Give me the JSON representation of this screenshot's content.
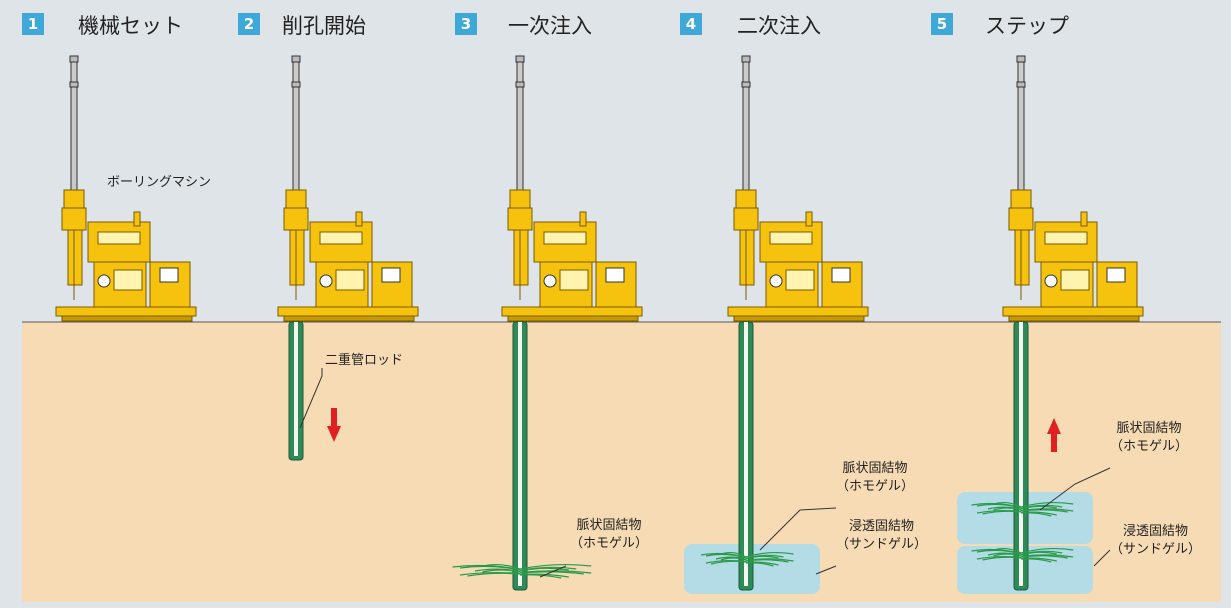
{
  "steps": [
    {
      "number": "1",
      "title": "機械セット"
    },
    {
      "number": "2",
      "title": "削孔開始"
    },
    {
      "number": "3",
      "title": "一次注入"
    },
    {
      "number": "4",
      "title": "二次注入"
    },
    {
      "number": "5",
      "title": "ステップ"
    }
  ],
  "labels": {
    "machine": "ボーリングマシン",
    "rod": "二重管ロッド",
    "vein_name": "脈状固結物",
    "vein_sub": "（ホモゲル）",
    "perm_name": "浸透固結物",
    "perm_sub": "（サンドゲル）"
  },
  "colors": {
    "sky": "#dfe4e8",
    "ground": "#f6dbb4",
    "machine": "#f5c20e",
    "pipe": "#2e8b57",
    "gel": "#a8dcef",
    "arrow": "#e02020",
    "badge": "#3ea8d8"
  }
}
